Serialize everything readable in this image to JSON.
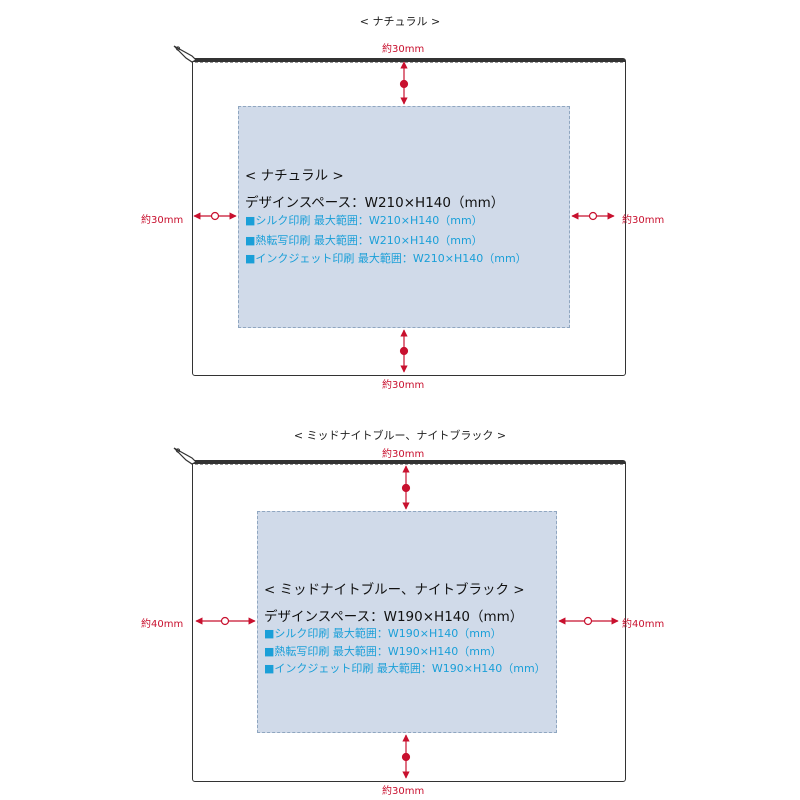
{
  "colors": {
    "dimension": "#c8102e",
    "print_area": "#d0dae9",
    "print_method": "#1a9fd8",
    "outline": "#333333"
  },
  "panels": [
    {
      "title": "< ナチュラル >",
      "print_area": {
        "heading": "< ナチュラル >",
        "design_space": "デザインスペース：W210×H140（mm）",
        "methods": [
          "■シルク印刷 最大範囲：W210×H140（mm）",
          "■熱転写印刷 最大範囲：W210×H140（mm）",
          "■インクジェット印刷 最大範囲：W210×H140（mm）"
        ]
      },
      "margins": {
        "top": "約30mm",
        "bottom": "約30mm",
        "left": "約30mm",
        "right": "約30mm"
      }
    },
    {
      "title": "< ミッドナイトブルー、ナイトブラック >",
      "print_area": {
        "heading": "< ミッドナイトブルー、ナイトブラック >",
        "design_space": "デザインスペース：W190×H140（mm）",
        "methods": [
          "■シルク印刷 最大範囲：W190×H140（mm）",
          "■熱転写印刷 最大範囲：W190×H140（mm）",
          "■インクジェット印刷 最大範囲：W190×H140（mm）"
        ]
      },
      "margins": {
        "top": "約30mm",
        "bottom": "約30mm",
        "left": "約40mm",
        "right": "約40mm"
      }
    }
  ]
}
